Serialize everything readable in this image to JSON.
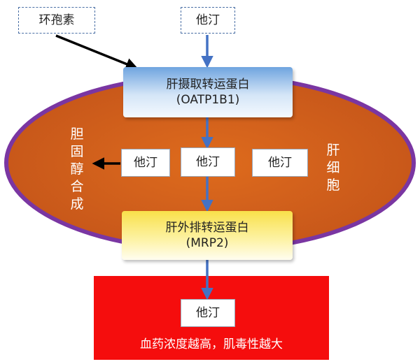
{
  "cyclosporine": "环孢素",
  "statin_top": "他汀",
  "uptake": {
    "name": "肝摄取转运蛋白",
    "code": "(OATP1B1)"
  },
  "cholesterol": "胆固醇合成",
  "statins_inside": [
    "他汀",
    "他汀",
    "他汀"
  ],
  "hepatocyte": "肝细胞",
  "efflux": {
    "name": "肝外排转运蛋白",
    "code": "(MRP2)"
  },
  "statin_blood": "他汀",
  "toxicity": "血药浓度越高，肌毒性越大",
  "colors": {
    "cell_fill": "#d8631c",
    "cell_border": "#7a36a2",
    "blood": "#f50d0d",
    "arrow_blue": "#4472c4",
    "arrow_black": "#000000"
  }
}
